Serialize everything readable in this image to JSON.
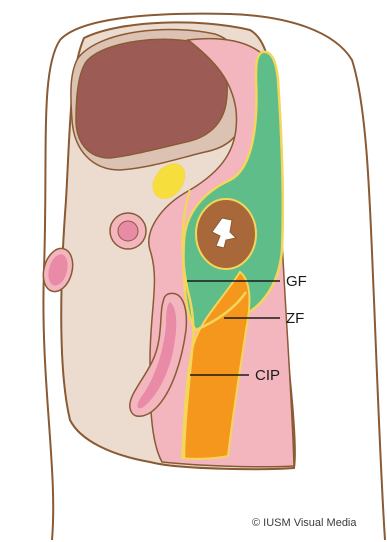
{
  "labels": {
    "gf": "GF",
    "zf": "ZF",
    "cip": "CIP"
  },
  "credit": "© IUSM Visual Media",
  "colors": {
    "outline": "#8a5a34",
    "body_beige": "#ecdcd0",
    "kidney_tissue": "#dcc2b2",
    "liver": "#9c5c55",
    "pink_layer": "#f3b6be",
    "green_fat": "#5fbd8a",
    "orange_fascia": "#f5961d",
    "yellow_line": "#f4d65a",
    "yellow_blob": "#f6df3c",
    "brown_organ": "#a8683a",
    "small_vessel": "#e98aa6"
  }
}
